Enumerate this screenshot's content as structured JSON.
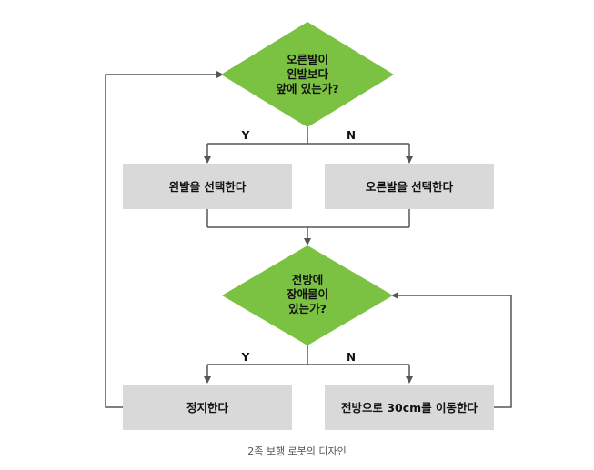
{
  "colors": {
    "decision_fill": "#7cc242",
    "process_fill": "#d9d9d9",
    "line": "#555555"
  },
  "decision1": {
    "line1": "오른발이",
    "line2": "왼발보다",
    "line3": "앞에 있는가?"
  },
  "branch1": {
    "yes": "Y",
    "no": "N"
  },
  "process_left1": "왼발을 선택한다",
  "process_right1": "오른발을 선택한다",
  "decision2": {
    "line1": "전방에",
    "line2": "장애물이",
    "line3": "있는가?"
  },
  "branch2": {
    "yes": "Y",
    "no": "N"
  },
  "process_left2": "정지한다",
  "process_right2": "전방으로 30cm를 이동한다",
  "caption": "2족 보행 로봇의 디자인"
}
